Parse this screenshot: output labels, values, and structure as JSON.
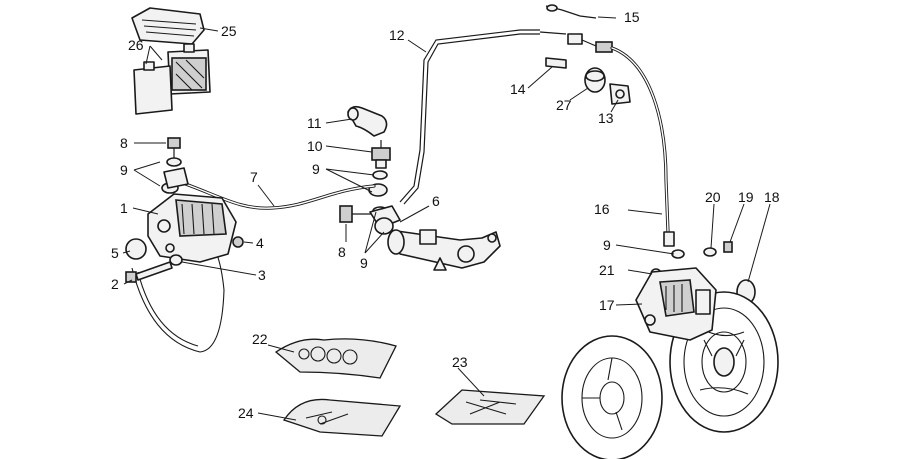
{
  "callouts": [
    "1",
    "2",
    "3",
    "4",
    "5",
    "6",
    "7",
    "8",
    "9",
    "10",
    "11",
    "12",
    "13",
    "14",
    "15",
    "16",
    "17",
    "18",
    "19",
    "20",
    "21",
    "22",
    "23",
    "24",
    "25",
    "26",
    "27"
  ],
  "colors": {
    "ink": "#1a1a1a",
    "paper": "#ffffff",
    "shade": "#cfcfcf"
  }
}
